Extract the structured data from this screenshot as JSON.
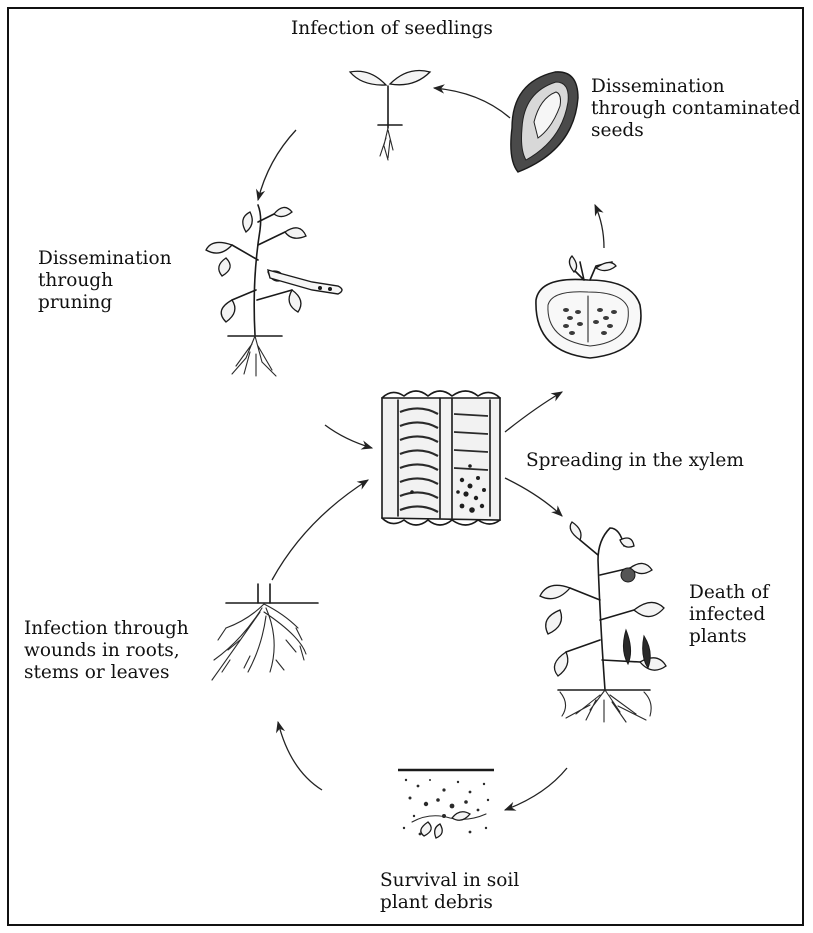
{
  "title": "",
  "stages": {
    "infection_seedlings": [
      "Infection of seedlings"
    ],
    "contaminated_seeds": [
      "Dissemination",
      "through contaminated",
      "seeds"
    ],
    "pruning": [
      "Dissemination",
      "through",
      "pruning"
    ],
    "xylem": [
      "Spreading in the xylem"
    ],
    "death": [
      "Death of",
      "infected",
      "plants"
    ],
    "soil": [
      "Survival in soil",
      "plant debris"
    ],
    "wounds": [
      "Infection through",
      "wounds in roots,",
      "stems or leaves"
    ]
  },
  "icons": {
    "seedling": "seedling-icon",
    "seed": "seed-icon",
    "fruit": "tomato-fruit-icon",
    "pruned_plant": "pruned-plant-icon",
    "xylem": "xylem-vessel-icon",
    "wilted_plant": "wilted-plant-icon",
    "soil": "soil-debris-icon",
    "roots": "roots-icon"
  },
  "colors": {
    "ink": "#1a1a1a",
    "background": "#ffffff"
  }
}
